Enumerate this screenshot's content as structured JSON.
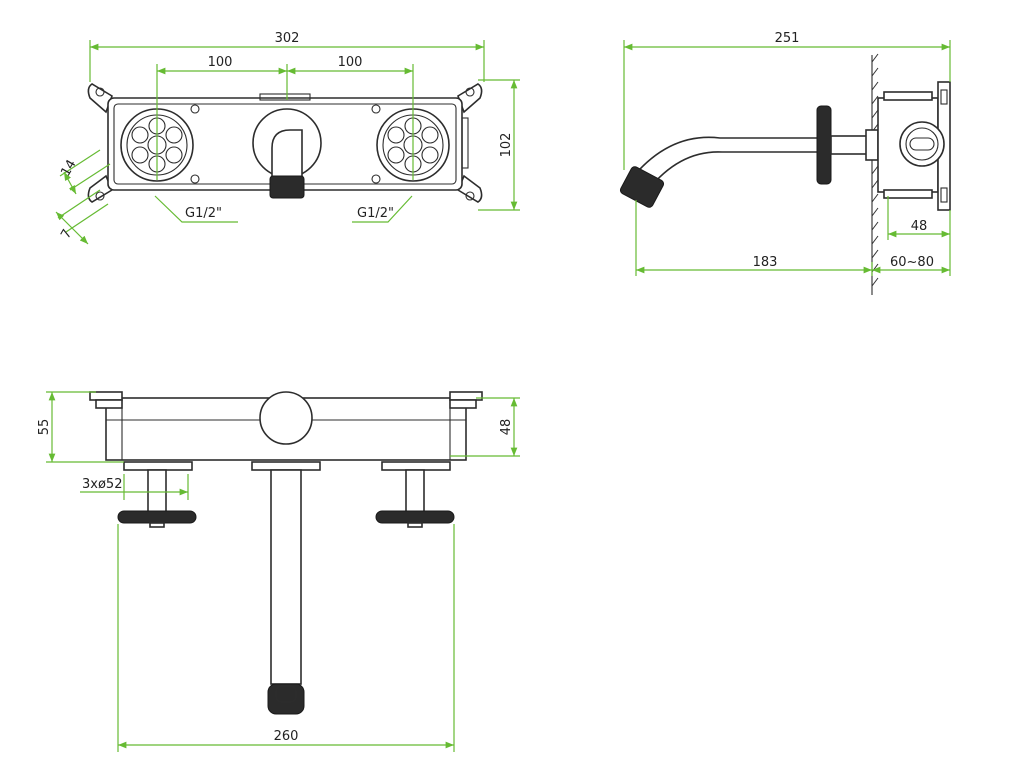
{
  "front_view": {
    "width_total": "302",
    "spacing_left": "100",
    "spacing_right": "100",
    "height": "102",
    "dim_small_a": "14",
    "dim_small_b": "7",
    "thread_left": "G1/2\"",
    "thread_right": "G1/2\""
  },
  "side_view": {
    "total_length": "251",
    "spout_projection": "183",
    "wall_depth": "60~80",
    "body_depth": "48"
  },
  "top_view": {
    "height_left": "55",
    "height_right": "48",
    "holes": "3xø52",
    "width": "260"
  },
  "colors": {
    "dimension": "#66bb33",
    "outline": "#2d2d2d",
    "knob": "#2b2b2b"
  }
}
